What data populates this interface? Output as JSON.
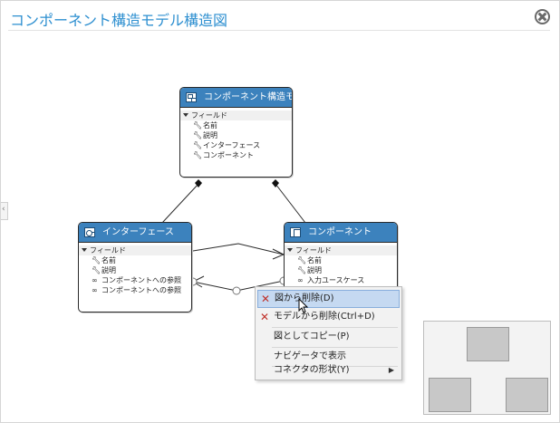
{
  "window": {
    "title": "コンポーネント構造モデル構造図"
  },
  "nodes": {
    "model": {
      "title": "コンポーネント構造モデル",
      "group": "フィールド",
      "fields": [
        "名前",
        "説明",
        "インターフェース",
        "コンポーネント"
      ]
    },
    "interface": {
      "title": "インターフェース",
      "group": "フィールド",
      "fields": [
        "名前",
        "説明",
        "コンポーネントへの参照",
        "コンポーネントへの参照"
      ]
    },
    "component": {
      "title": "コンポーネント",
      "group": "フィールド",
      "fields": [
        "名前",
        "説明",
        "入力ユースケース"
      ]
    }
  },
  "icons": {
    "field_attr": "wrench-icon",
    "field_ref": "link-icon",
    "remove": "x-icon",
    "close": "close-circle-icon"
  },
  "context_menu": {
    "items": [
      {
        "label": "図から削除(D)",
        "icon": "x",
        "highlighted": true
      },
      {
        "label": "モデルから削除(Ctrl+D)",
        "icon": "x",
        "highlighted": false
      },
      {
        "label": "図としてコピー(P)",
        "icon": "",
        "highlighted": false
      },
      {
        "label": "ナビゲータで表示",
        "icon": "",
        "highlighted": false
      },
      {
        "label": "コネクタの形状(Y)",
        "icon": "",
        "submenu": true,
        "highlighted": false
      }
    ]
  },
  "colors": {
    "title": "#2d8fd0",
    "node_header": "#3c82bd",
    "menu_highlight": "#c5d9f1",
    "delete_icon": "#c0322a"
  }
}
